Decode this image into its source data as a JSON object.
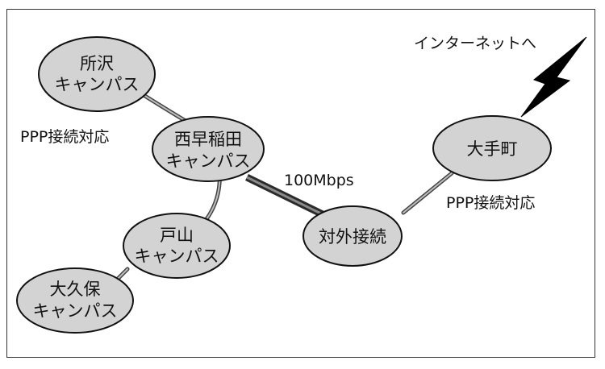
{
  "diagram": {
    "internet_label": "インターネットへ",
    "speed_label": "100Mbps",
    "ppp_label_left": "PPP接続対応",
    "ppp_label_right": "PPP接続対応",
    "nodes": {
      "tokorozawa": {
        "line1": "所沢",
        "line2": "キャンパス"
      },
      "nishiwaseda": {
        "line1": "西早稲田",
        "line2": "キャンパス"
      },
      "toyama": {
        "line1": "戸山",
        "line2": "キャンパス"
      },
      "okubo": {
        "line1": "大久保",
        "line2": "キャンパス"
      },
      "external": {
        "line1": "対外接続"
      },
      "otemachi": {
        "line1": "大手町"
      }
    },
    "colors": {
      "node_fill": "#d3d3d3",
      "bolt": "#000000"
    }
  }
}
